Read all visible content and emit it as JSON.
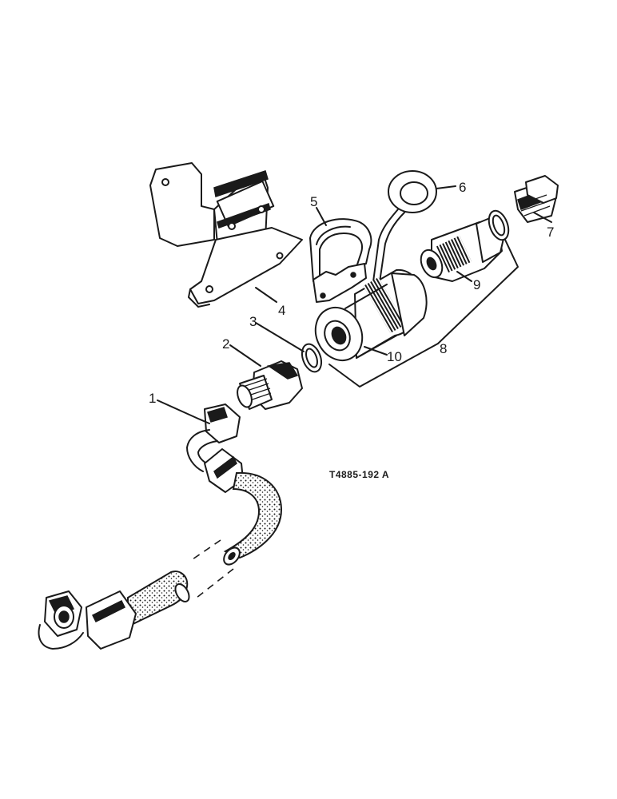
{
  "drawing_code": "T4885-192 A",
  "callouts": {
    "c1": "1",
    "c2": "2",
    "c3": "3",
    "c4": "4",
    "c5": "5",
    "c6": "6",
    "c7": "7",
    "c8": "8",
    "c9": "9",
    "c10": "10"
  }
}
